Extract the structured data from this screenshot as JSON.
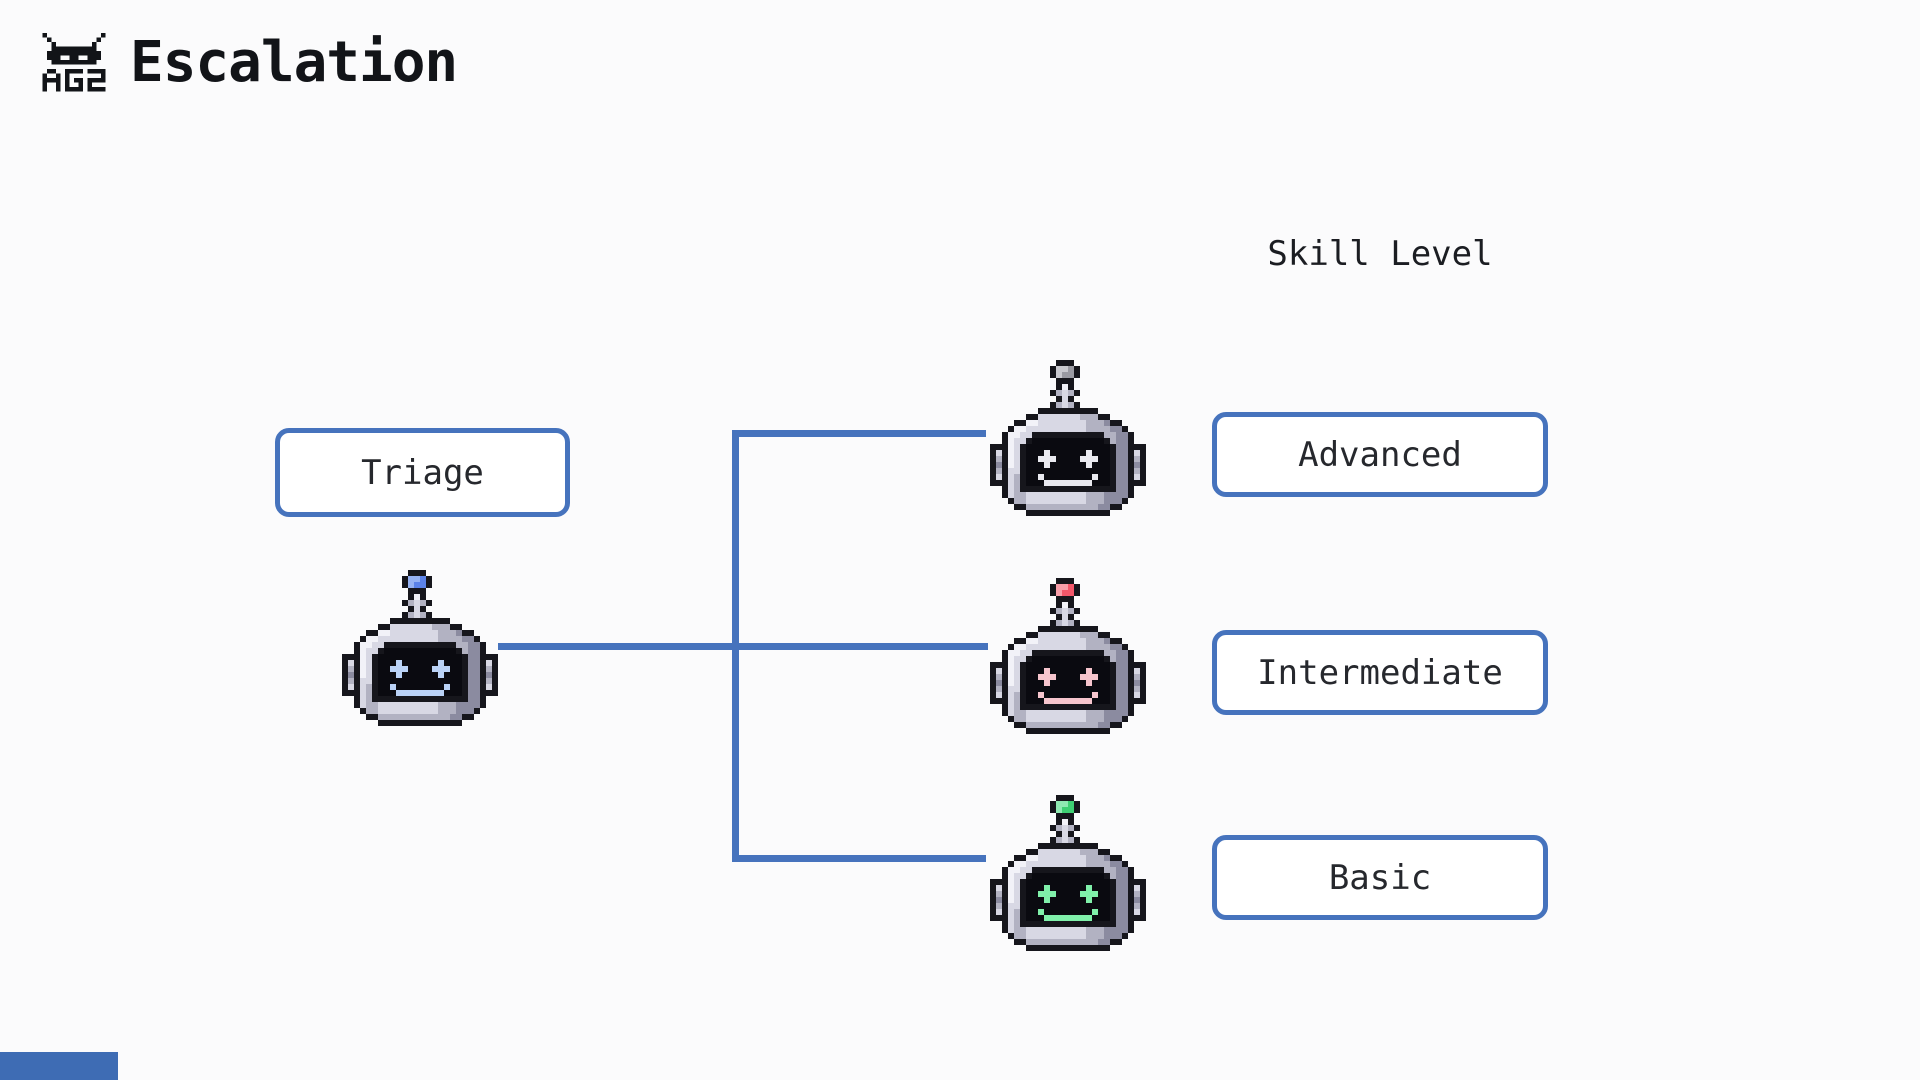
{
  "page": {
    "background": "#fbfbfc",
    "accent_blue": "#4673bd",
    "text_color": "#16181d"
  },
  "header": {
    "logo_icon": "ag2-pixel-robot-logo",
    "logo_text": "AG2",
    "title": "Escalation"
  },
  "diagram": {
    "column_header": "Skill Level",
    "connector_color": "#4673bd",
    "triage_box_label": "Triage",
    "agents": {
      "triage": {
        "icon": "robot-icon",
        "antenna": "#5b82e8",
        "antenna_light": "#96b2f2",
        "face_accent": "#bad2f6"
      },
      "advanced": {
        "icon": "robot-icon",
        "antenna": "#9a9aa2",
        "antenna_light": "#c9c9cf",
        "face_accent": "#e9e9ef"
      },
      "intermediate": {
        "icon": "robot-icon",
        "antenna": "#f2576a",
        "antenna_light": "#f89ea9",
        "face_accent": "#f6c5cd"
      },
      "basic": {
        "icon": "robot-icon",
        "antenna": "#3ecf73",
        "antenna_light": "#8fe9b2",
        "face_accent": "#80f0aa"
      }
    },
    "skill_levels": [
      {
        "label": "Advanced"
      },
      {
        "label": "Intermediate"
      },
      {
        "label": "Basic"
      }
    ]
  },
  "partial_bottom_left": {
    "color": "#3e6cb4"
  }
}
